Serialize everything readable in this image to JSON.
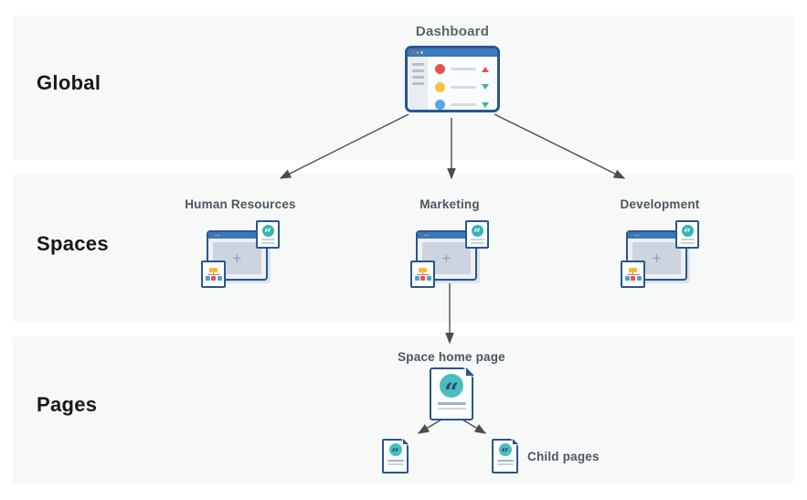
{
  "sections": {
    "global": {
      "label": "Global"
    },
    "spaces": {
      "label": "Spaces"
    },
    "pages": {
      "label": "Pages"
    }
  },
  "dashboard": {
    "label": "Dashboard"
  },
  "spaces": [
    {
      "label": "Human Resources"
    },
    {
      "label": "Marketing"
    },
    {
      "label": "Development"
    }
  ],
  "pages": {
    "home_label": "Space home page",
    "child_label": "Child pages"
  },
  "glyphs": {
    "quote": "“",
    "plus": "+"
  },
  "icons": {
    "dashboard": "browser-dashboard-icon",
    "space": "browser-space-icon",
    "quote_page": "quote-page-icon",
    "org_chart_page": "org-chart-page-icon"
  },
  "colors": {
    "band_bg": "#f7f8f8",
    "navy_border": "#29568f",
    "titlebar_blue": "#3a79ba",
    "teal": "#49bec0",
    "teal_small": "#35b4b8",
    "red": "#e8524c",
    "yellow": "#f7c341",
    "blue": "#58a8e0",
    "quote_navy": "#2d4b77",
    "heading_black": "#16181b",
    "caption_grey": "#4c5660",
    "arrow_grey": "#4d4d4d"
  }
}
